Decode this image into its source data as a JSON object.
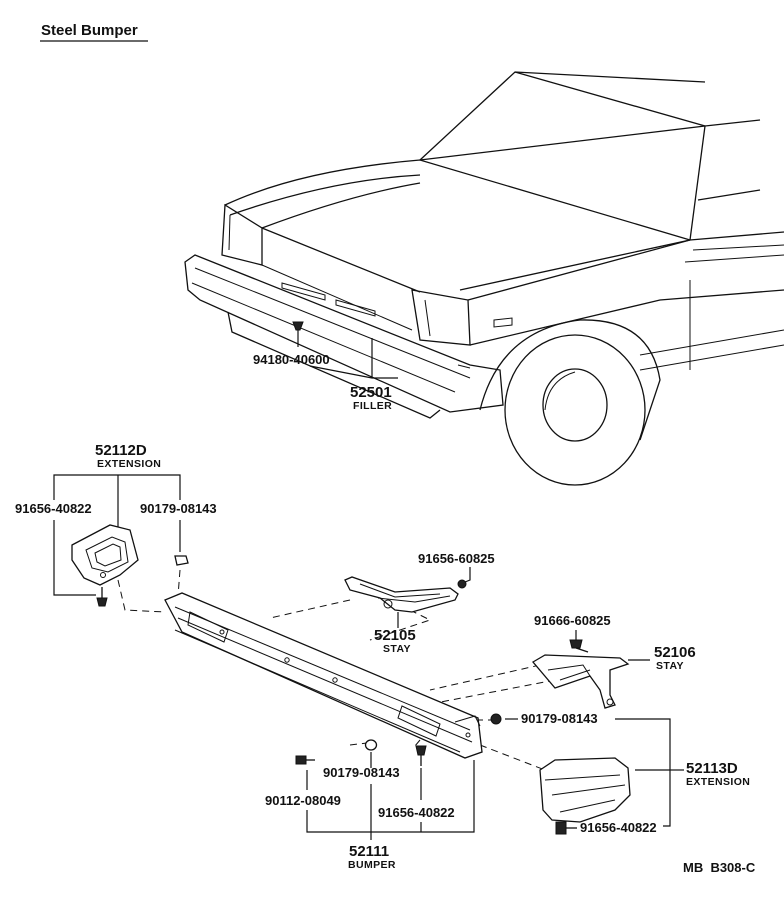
{
  "title": "Steel Bumper",
  "drawing_code": "MB  B308-C",
  "parts": {
    "filler_clip": {
      "number": "94180-40600"
    },
    "filler": {
      "number": "52501",
      "name": "FILLER"
    },
    "extension_left": {
      "number": "52112D",
      "name": "EXTENSION"
    },
    "bolt_left_ext": {
      "number": "91656-40822"
    },
    "nut_left_ext": {
      "number": "90179-08143"
    },
    "stay_left_bolt": {
      "number": "91656-60825"
    },
    "stay_left": {
      "number": "52105",
      "name": "STAY"
    },
    "stay_right_bolt": {
      "number": "91666-60825"
    },
    "stay_right": {
      "number": "52106",
      "name": "STAY"
    },
    "nut_right_ext": {
      "number": "90179-08143"
    },
    "extension_right": {
      "number": "52113D",
      "name": "EXTENSION"
    },
    "bolt_right_ext": {
      "number": "91656-40822"
    },
    "nut_bumper": {
      "number": "90179-08143"
    },
    "screw_bumper": {
      "number": "90112-08049"
    },
    "bolt_bumper": {
      "number": "91656-40822"
    },
    "bumper": {
      "number": "52111",
      "name": "BUMPER"
    }
  }
}
